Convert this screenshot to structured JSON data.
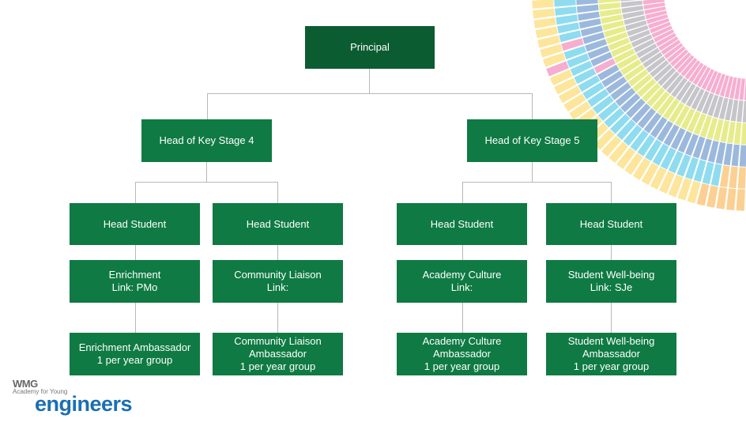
{
  "principal": "Principal",
  "ks4": "Head of Key Stage 4",
  "ks5": "Head of Key Stage 5",
  "columns": [
    {
      "head": "Head Student",
      "link": "Enrichment\nLink: PMo",
      "ambassador": "Enrichment Ambassador\n1 per year group"
    },
    {
      "head": "Head Student",
      "link": "Community Liaison\nLink:",
      "ambassador": "Community Liaison\nAmbassador\n1 per year group"
    },
    {
      "head": "Head Student",
      "link": "Academy Culture\nLink:",
      "ambassador": "Academy Culture\nAmbassador\n1 per year group"
    },
    {
      "head": "Head Student",
      "link": "Student Well-being\nLink: SJe",
      "ambassador": "Student Well-being\nAmbassador\n1 per year group"
    }
  ],
  "logo": {
    "wmg": "WMG",
    "academy": "Academy for Young",
    "engineers": "engineers"
  },
  "colors": {
    "box": "#0f7a43",
    "principal": "#0c5c32",
    "line": "#b8b8b8"
  }
}
